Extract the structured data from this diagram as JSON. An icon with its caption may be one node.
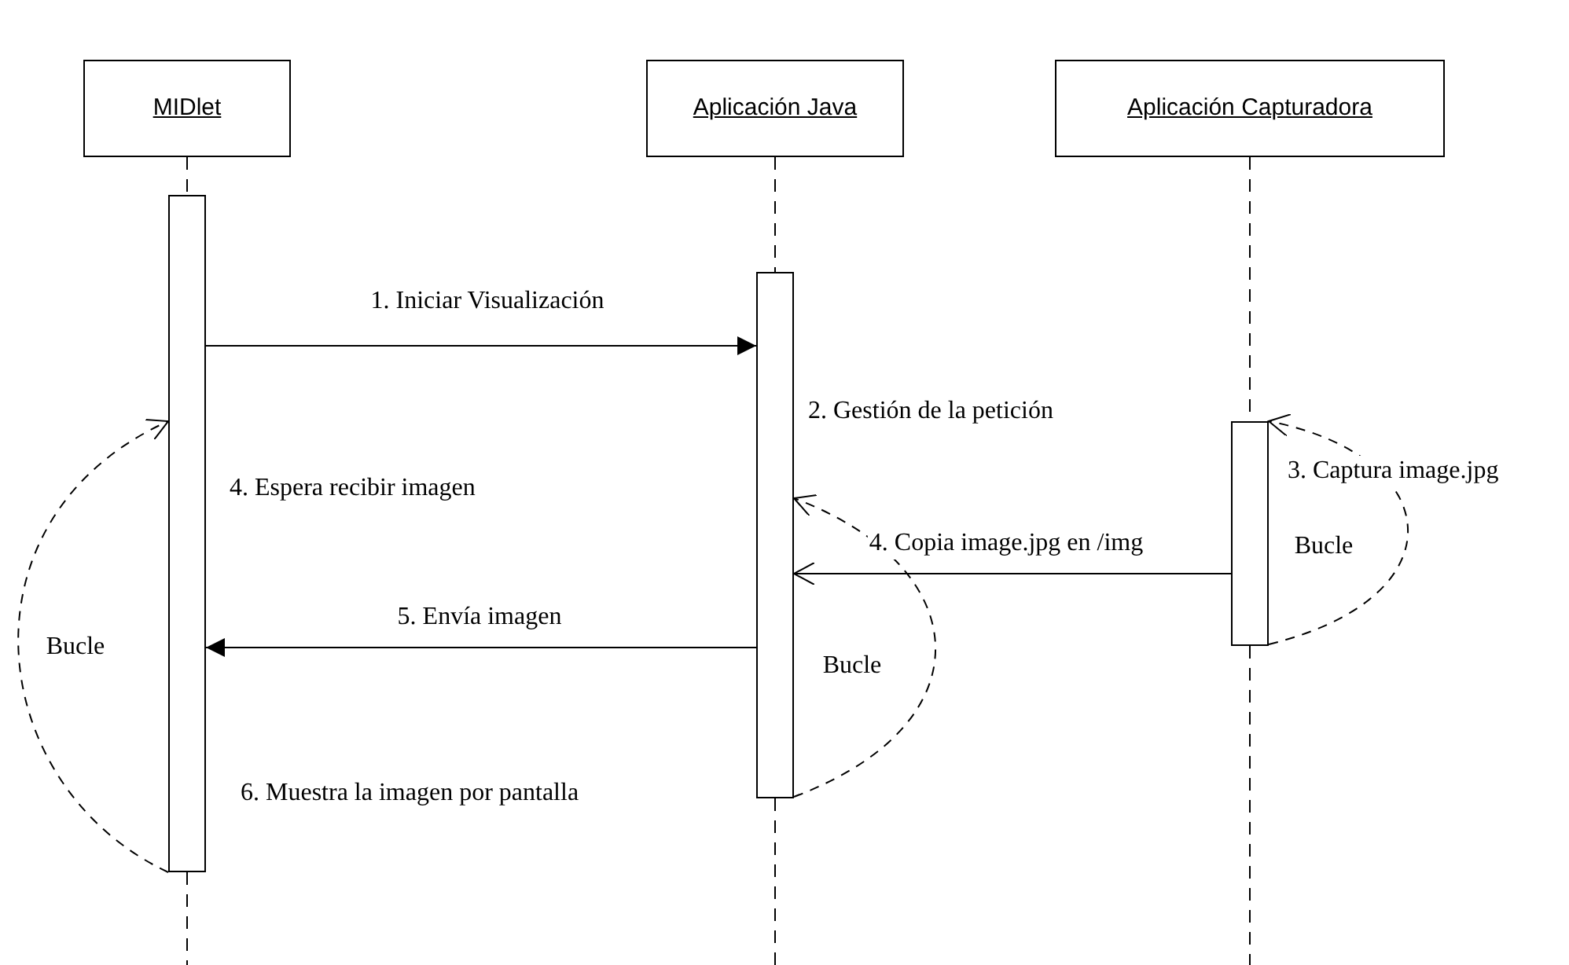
{
  "diagram": {
    "nodes": [
      {
        "text": [
          "MIDlet"
        ]
      },
      {
        "text": [
          "Aplicación Java"
        ]
      },
      {
        "text": [
          "Aplicación Capturadora"
        ]
      },
      {
        "text": [],
        "shape": "bar",
        "beside": [
          "4. Espera recibir imagen",
          "6. Muestra la imagen por pantalla"
        ]
      },
      {
        "text": [],
        "shape": "bar",
        "beside": [
          "2. Gestión de la petición"
        ]
      },
      {
        "text": [],
        "shape": "bar",
        "beside": [
          "3. Captura image.jpg"
        ]
      }
    ],
    "edges": [
      {
        "from": 0,
        "to": 3,
        "arrow": "none",
        "style": "dashed"
      },
      {
        "from": 1,
        "to": 4,
        "arrow": "none",
        "style": "dashed"
      },
      {
        "from": 2,
        "to": 5,
        "arrow": "none",
        "style": "dashed"
      },
      {
        "from": 3,
        "to": 4,
        "arrow": "to",
        "label": "1. Iniciar Visualización"
      },
      {
        "from": 5,
        "to": 5,
        "arrow": "to",
        "style": "dashed",
        "label": "Bucle"
      },
      {
        "from": 5,
        "to": 4,
        "arrow": "to",
        "label": "4. Copia image.jpg en /img"
      },
      {
        "from": 4,
        "to": 4,
        "arrow": "to",
        "style": "dashed",
        "label": "Bucle"
      },
      {
        "from": 4,
        "to": 3,
        "arrow": "to",
        "label": "5. Envía imagen"
      },
      {
        "from": 3,
        "to": 3,
        "arrow": "to",
        "style": "dashed",
        "label": "Bucle"
      }
    ]
  }
}
